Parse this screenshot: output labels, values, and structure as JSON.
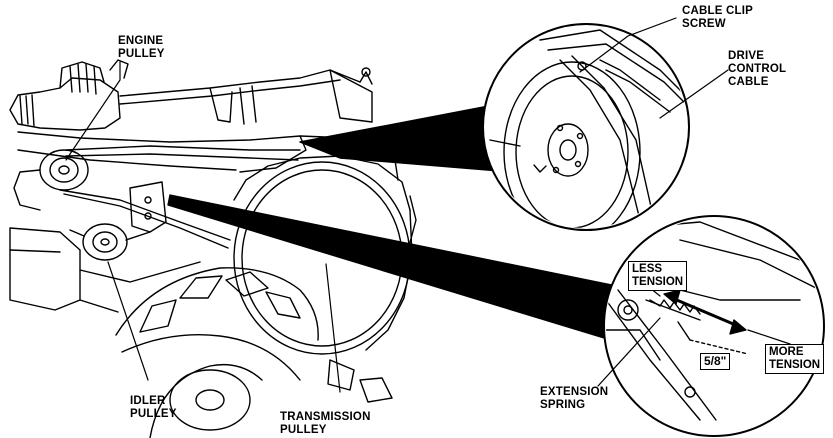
{
  "labels": {
    "engine_pulley": [
      "ENGINE",
      "PULLEY"
    ],
    "cable_clip_screw": [
      "CABLE CLIP",
      "SCREW"
    ],
    "drive_control_cable": [
      "DRIVE",
      "CONTROL",
      "CABLE"
    ],
    "less_tension": [
      "LESS",
      "TENSION"
    ],
    "more_tension": [
      "MORE",
      "TENSION"
    ],
    "measurement": "5/8\"",
    "extension_spring": [
      "EXTENSION",
      "SPRING"
    ],
    "idler_pulley": [
      "IDLER",
      "PULLEY"
    ],
    "transmission_pulley": [
      "TRANSMISSION",
      "PULLEY"
    ]
  },
  "colors": {
    "ink": "#000000",
    "paper": "#ffffff"
  }
}
